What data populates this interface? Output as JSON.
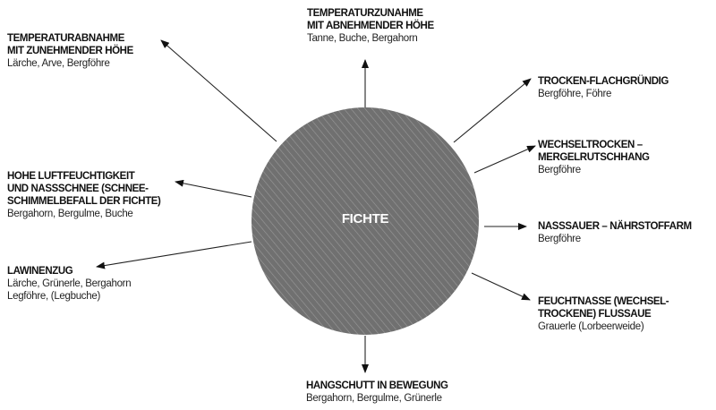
{
  "center": {
    "label": "FICHTE",
    "fill_color": "#767676"
  },
  "branches": [
    {
      "id": "top",
      "heading": [
        "TEMPERATURZUNAHME",
        "MIT ABNEHMENDER HÖHE"
      ],
      "species": [
        "Tanne, Buche, Bergahorn"
      ]
    },
    {
      "id": "top-left",
      "heading": [
        "TEMPERATURABNAHME",
        "MIT ZUNEHMENDER HÖHE"
      ],
      "species": [
        "Lärche, Arve, Bergföhre"
      ]
    },
    {
      "id": "left",
      "heading": [
        "HOHE LUFTFEUCHTIGKEIT",
        "UND NASSSCHNEE (SCHNEE-",
        "SCHIMMELBEFALL DER FICHTE)"
      ],
      "species": [
        "Bergahorn, Bergulme, Buche"
      ]
    },
    {
      "id": "lower-left",
      "heading": [
        "LAWINENZUG"
      ],
      "species": [
        "Lärche, Grünerle, Bergahorn",
        "Legföhre, (Legbuche)"
      ]
    },
    {
      "id": "top-right",
      "heading": [
        "TROCKEN-FLACHGRÜNDIG"
      ],
      "species": [
        "Bergföhre, Föhre"
      ]
    },
    {
      "id": "right-upper",
      "heading": [
        "WECHSELTROCKEN –",
        "MERGELRUTSCHHANG"
      ],
      "species": [
        "Bergföhre"
      ]
    },
    {
      "id": "right",
      "heading": [
        "NASSSAUER – NÄHRSTOFFARM"
      ],
      "species": [
        "Bergföhre"
      ]
    },
    {
      "id": "lower-right",
      "heading": [
        "FEUCHTNASSE (WECHSEL-",
        "TROCKENE) FLUSSAUE"
      ],
      "species": [
        "Grauerle (Lorbeerweide)"
      ]
    },
    {
      "id": "bottom",
      "heading": [
        "HANGSCHUTT IN BEWEGUNG"
      ],
      "species": [
        "Bergahorn, Bergulme, Grünerle"
      ]
    }
  ]
}
